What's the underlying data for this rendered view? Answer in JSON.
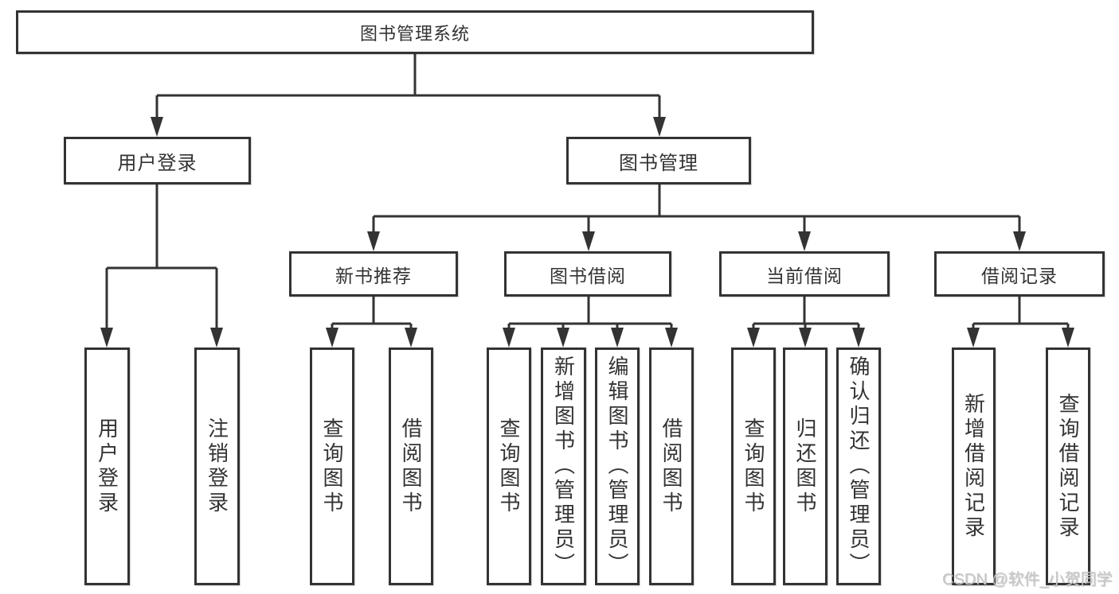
{
  "colors": {
    "line": "#333333",
    "box_border": "#333333",
    "box_fill": "#ffffff",
    "text": "#333333",
    "watermark": "#c8c8c8"
  },
  "tree": {
    "root": {
      "label": "图书管理系统"
    },
    "branches": [
      {
        "label": "用户登录",
        "children": [
          {
            "label": "用户登录"
          },
          {
            "label": "注销登录"
          }
        ]
      },
      {
        "label": "图书管理",
        "children": [
          {
            "label": "新书推荐",
            "children": [
              {
                "label": "查询图书"
              },
              {
                "label": "借阅图书"
              }
            ]
          },
          {
            "label": "图书借阅",
            "children": [
              {
                "label": "查询图书"
              },
              {
                "label": "新增图书（管理员）"
              },
              {
                "label": "编辑图书（管理员）"
              },
              {
                "label": "借阅图书"
              }
            ]
          },
          {
            "label": "当前借阅",
            "children": [
              {
                "label": "查询图书"
              },
              {
                "label": "归还图书"
              },
              {
                "label": "确认归还（管理员）"
              }
            ]
          },
          {
            "label": "借阅记录",
            "children": [
              {
                "label": "新增借阅记录"
              },
              {
                "label": "查询借阅记录"
              }
            ]
          }
        ]
      }
    ]
  },
  "watermark": {
    "text": "CSDN @软件_小贺同学"
  }
}
